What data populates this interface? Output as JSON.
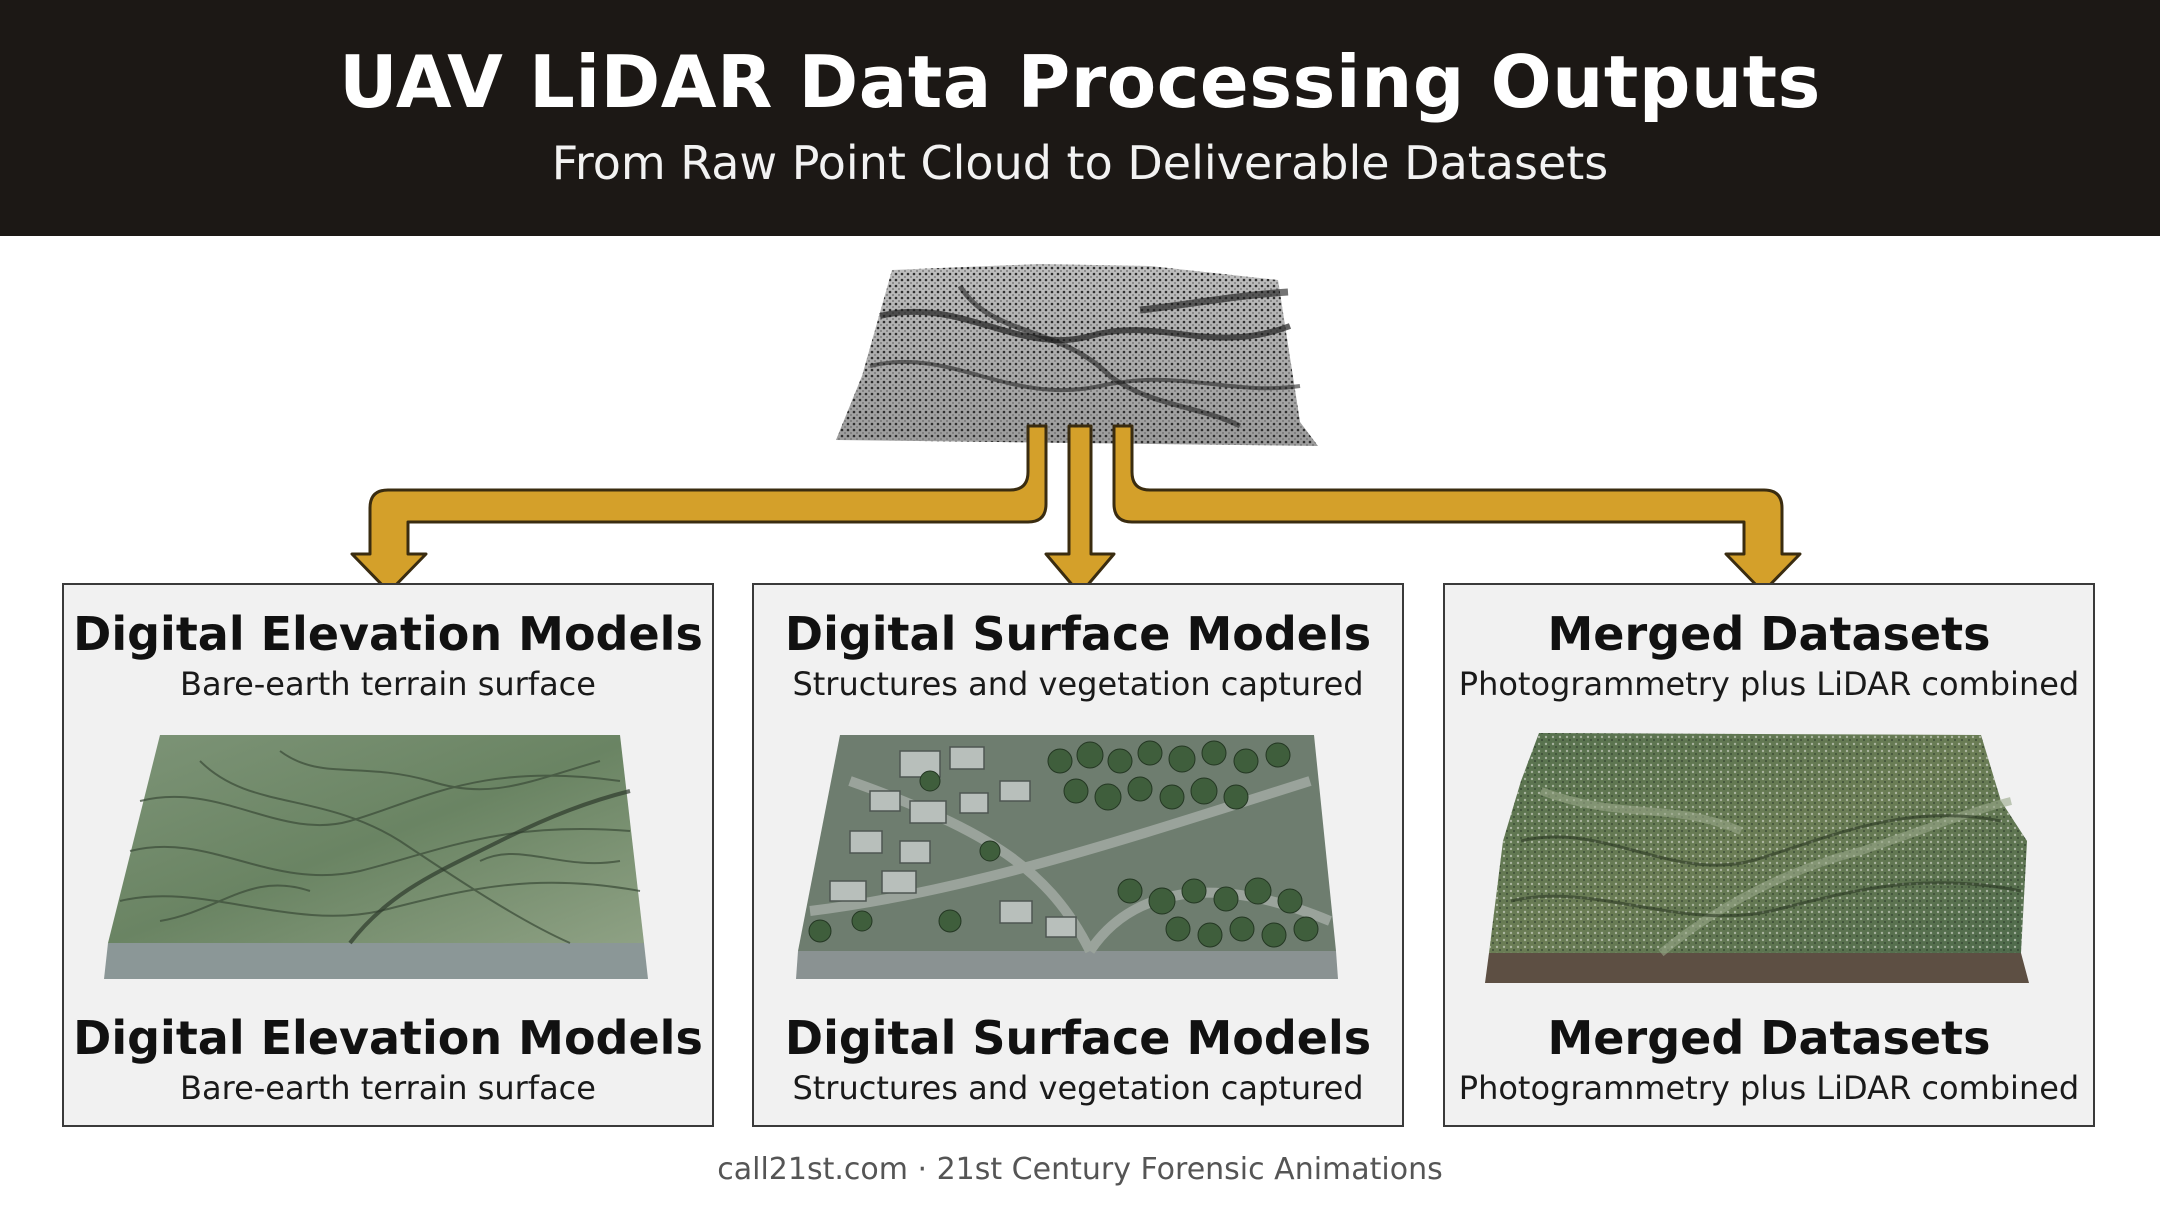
{
  "header": {
    "title": "UAV LiDAR Data Processing Outputs",
    "subtitle": "From Raw Point Cloud to Deliverable Datasets"
  },
  "colors": {
    "header_bg": "#1c1815",
    "arrow": "#d4a02a",
    "arrow_outline": "#3a2c10",
    "panel_bg": "#f1f1f1",
    "terrain_green": "#6f8a6a"
  },
  "panels": [
    {
      "title": "Digital Elevation Models",
      "subtitle": "Bare-earth terrain surface",
      "title_repeat": "Digital Elevation Models",
      "subtitle_repeat": "Bare-earth terrain surface"
    },
    {
      "title": "Digital Surface Models",
      "subtitle": "Structures and vegetation captured",
      "title_repeat": "Digital Surface Models",
      "subtitle_repeat": "Structures and vegetation captured"
    },
    {
      "title": "Merged Datasets",
      "subtitle": "Photogrammetry plus LiDAR combined",
      "title_repeat": "Merged Datasets",
      "subtitle_repeat": "Photogrammetry plus LiDAR combined"
    }
  ],
  "footer": {
    "credit": "call21st.com · 21st Century Forensic Animations"
  }
}
